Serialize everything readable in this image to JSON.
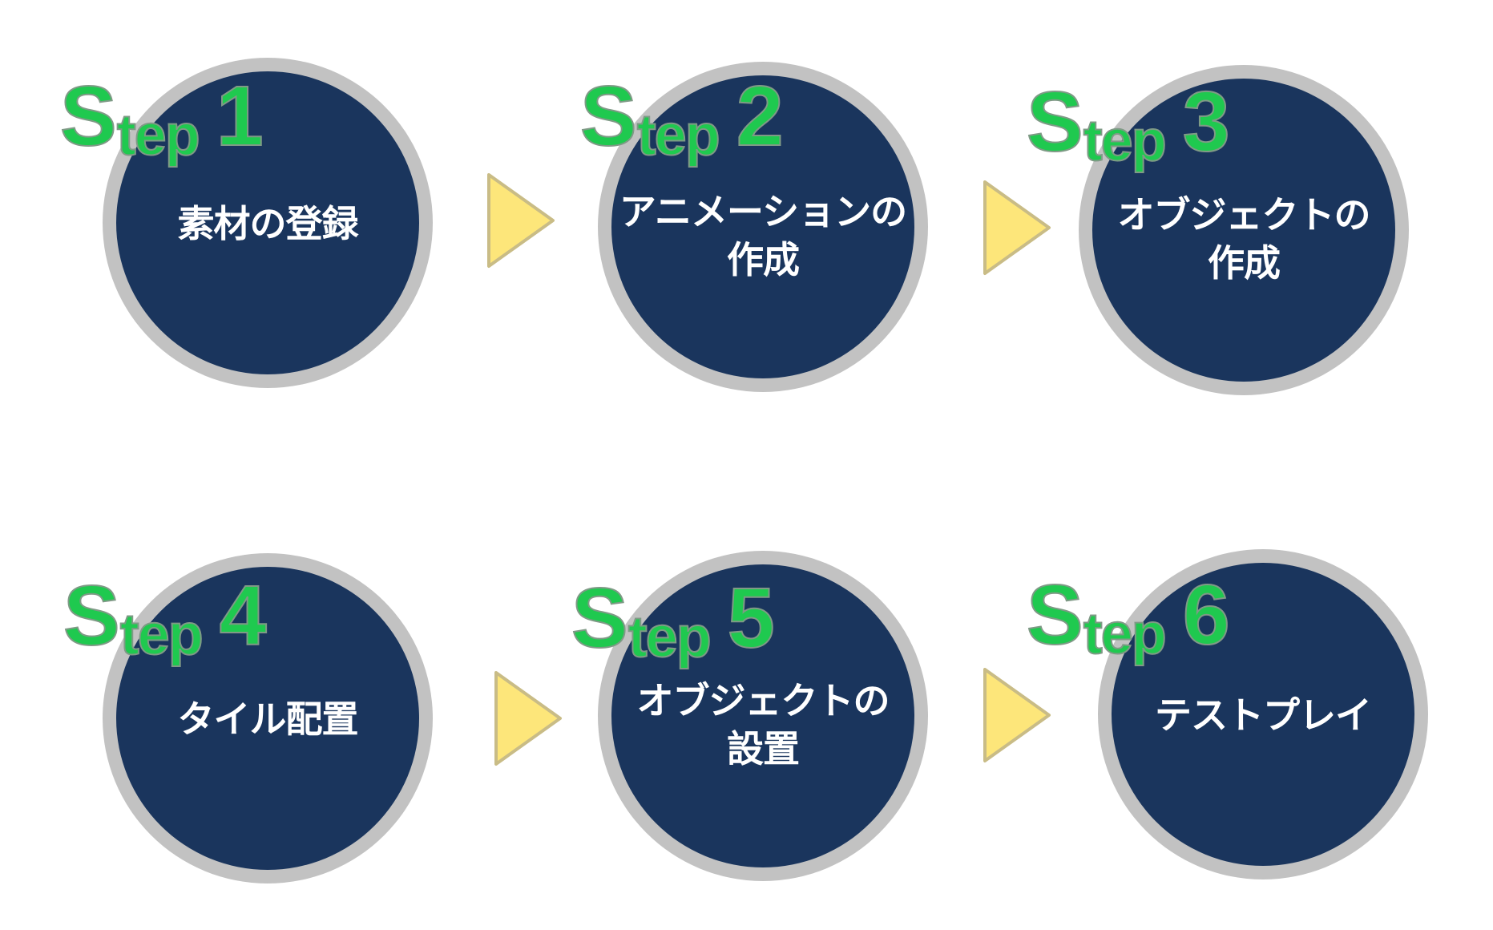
{
  "colors": {
    "circle_fill": "#1a355d",
    "circle_border": "#c2c2c2",
    "step_text": "#1fc94f",
    "arrow_fill": "#fde67a",
    "arrow_border": "#c9bc86"
  },
  "steps": [
    {
      "prefix_s": "S",
      "prefix_rest": "tep",
      "number": "1",
      "lines": [
        "素材の登録"
      ]
    },
    {
      "prefix_s": "S",
      "prefix_rest": "tep",
      "number": "2",
      "lines": [
        "アニメーションの",
        "作成"
      ]
    },
    {
      "prefix_s": "S",
      "prefix_rest": "tep",
      "number": "3",
      "lines": [
        "オブジェクトの",
        "作成"
      ]
    },
    {
      "prefix_s": "S",
      "prefix_rest": "tep",
      "number": "4",
      "lines": [
        "タイル配置"
      ]
    },
    {
      "prefix_s": "S",
      "prefix_rest": "tep",
      "number": "5",
      "lines": [
        "オブジェクトの",
        "設置"
      ]
    },
    {
      "prefix_s": "S",
      "prefix_rest": "tep",
      "number": "6",
      "lines": [
        "テストプレイ"
      ]
    }
  ],
  "arrows": [
    "right-arrow",
    "right-arrow",
    "right-arrow",
    "right-arrow"
  ]
}
